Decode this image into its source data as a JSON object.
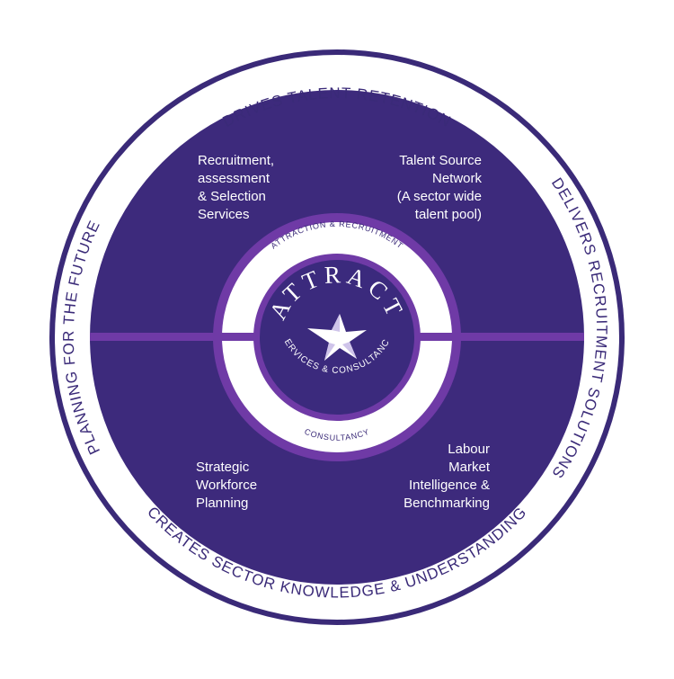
{
  "colors": {
    "outer_ring": "#3a2a78",
    "main_disc": "#3d2a7c",
    "accent_ring": "#6f3aa6",
    "center_disc": "#3b2a7d",
    "white": "#ffffff"
  },
  "outer_ring_labels": {
    "top": "DRIVES TALENT RETENTION",
    "right": "DELIVERS RECRUITMENT SOLUTIONS",
    "bottom": "CREATES SECTOR KNOWLEDGE & UNDERSTANDING",
    "left": "PLANNING FOR THE FUTURE"
  },
  "quadrants": {
    "top_left": [
      "Recruitment,",
      "assessment",
      "& Selection",
      "Services"
    ],
    "top_right": [
      "Talent Source",
      "Network",
      "(A sector wide",
      "talent pool)"
    ],
    "bottom_left": [
      "Strategic",
      "Workforce",
      "Planning"
    ],
    "bottom_right": [
      "Labour",
      "Market",
      "Intelligence &",
      "Benchmarking"
    ]
  },
  "inner_ring_labels": {
    "top": "ATTRACTION & RECRUITMENT",
    "bottom": "CONSULTANCY"
  },
  "logo": {
    "name": "ATTRACT",
    "tagline": "SERVICES & CONSULTANCY",
    "icon": "star-icon"
  }
}
